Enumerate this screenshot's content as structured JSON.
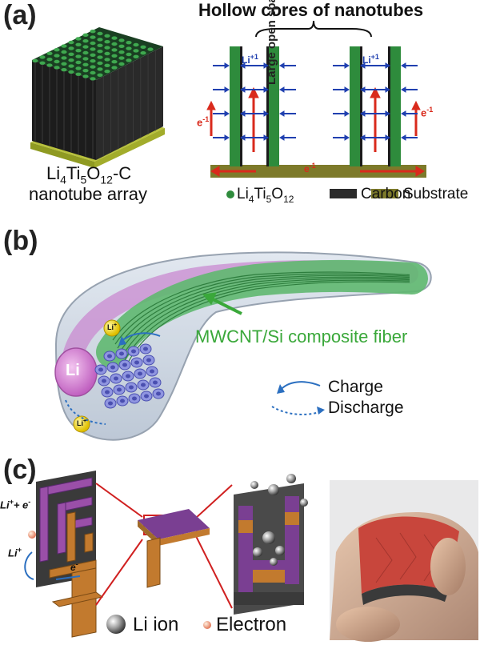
{
  "panel_a": {
    "label": "(a)",
    "title": "Hollow cores of nanotubes",
    "open_space": "Large open space",
    "array_line1_parts": [
      "Li",
      "4",
      "Ti",
      "5",
      "O",
      "12",
      "-C"
    ],
    "array_line2": "nanotube array",
    "li_ion_label": "Li+1",
    "electron_label": "e-1",
    "legend": {
      "lto_parts": [
        "Li",
        "4",
        "Ti",
        "5",
        "O",
        "12"
      ],
      "carbon": "Carbon",
      "substrate": "Substrate"
    },
    "colors": {
      "lto": "#2e8b3c",
      "carbon": "#2b2b2b",
      "substrate": "#7d7a2a",
      "electron_arrow": "#d92a1c",
      "ion_arrow": "#2040b0"
    }
  },
  "panel_b": {
    "label": "(b)",
    "fiber_label": "MWCNT/Si composite fiber",
    "li_electrode": "Li",
    "li_ion": "Li+",
    "legend_charge": "Charge",
    "legend_discharge": "Discharge",
    "colors": {
      "fiber_text": "#3aa83a",
      "li": "#c060c0"
    }
  },
  "panel_c": {
    "label": "(c)",
    "li_plus_e": "Li+ + e-",
    "li_plus": "Li+",
    "e_label": "e-",
    "legend_li_ion": "Li ion",
    "legend_electron": "Electron"
  }
}
